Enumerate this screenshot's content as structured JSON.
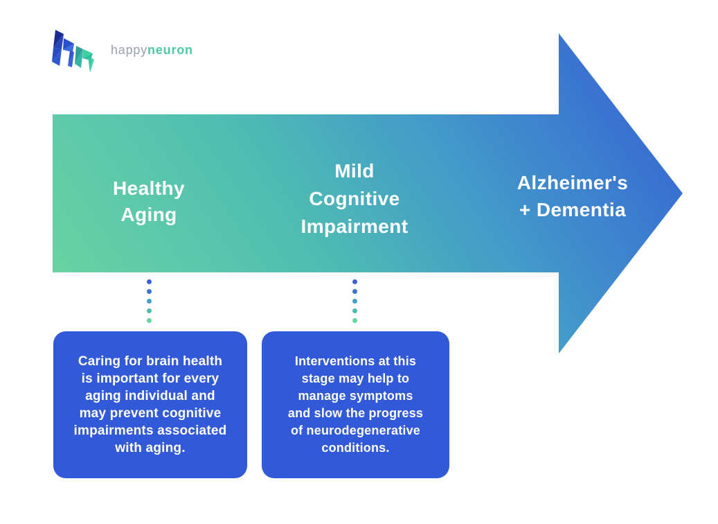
{
  "page": {
    "background": "#ffffff"
  },
  "logo": {
    "brand_first": "happy",
    "brand_second": "neuron",
    "brand_first_color": "#9aa1aa",
    "brand_second_color": "#4cca9e",
    "mark_blue": "#2c4ec6",
    "mark_green": "#3ecf9e"
  },
  "arrow": {
    "gradient_start": "#6FD7A0",
    "gradient_mid1": "#4FBDB2",
    "gradient_mid2": "#4399CA",
    "gradient_end": "#3560D4",
    "stages": [
      {
        "label": "Healthy\nAging"
      },
      {
        "label": "Mild\nCognitive\nImpairment"
      },
      {
        "label": "Alzheimer's\n+ Dementia"
      }
    ]
  },
  "connectors": {
    "dot_count": 5,
    "dot_colors": [
      "#3b5fd8",
      "#3e74ce",
      "#459ec6",
      "#52b9af",
      "#68d3a0"
    ]
  },
  "card_background": "#3259d8",
  "cards": [
    {
      "text": "Caring for brain health\nis important for every\naging individual and\nmay prevent cognitive\nimpairments associated\nwith aging."
    },
    {
      "text": "Interventions at this\nstage may help to\nmanage symptoms\nand slow the progress\nof neurodegenerative\nconditions."
    }
  ]
}
